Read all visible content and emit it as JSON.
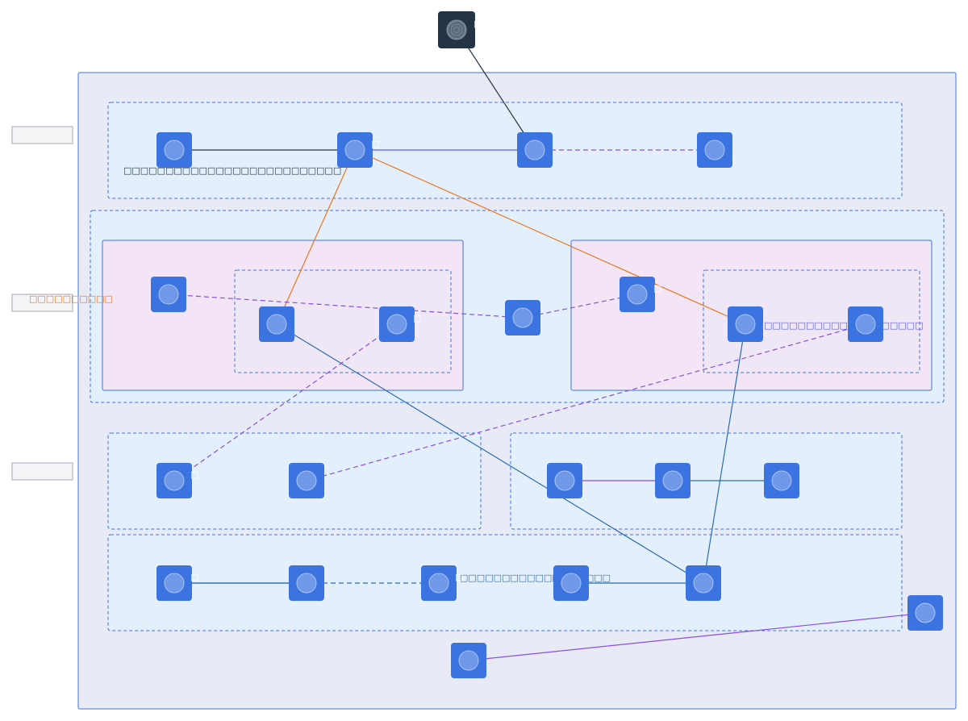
{
  "colors": {
    "outer_fill": "#e8eaf6",
    "outer_stroke": "#3b73e0",
    "lane_fill": "#e3f0fc",
    "lane_stroke": "#3b73e0",
    "subgroup_fill": "#f3e5f5",
    "node_blue": "#3b73e0",
    "node_dark": "#243447",
    "edge_dark": "#243447",
    "edge_orange": "#e87722",
    "edge_blue": "#2b6cb0",
    "edge_purple": "#8a4fe0",
    "edge_indigo": "#5b5fd6",
    "legend_label_orange": "#e87722"
  },
  "side_labels": [
    {
      "id": "lane-label-1",
      "text": ""
    },
    {
      "id": "lane-label-2",
      "text": "□□□□□□□□□□"
    },
    {
      "id": "lane-label-3",
      "text": ""
    }
  ],
  "nodes": [
    {
      "id": "top-service",
      "style": "dark",
      "glyph": "□",
      "icon": "radar-icon"
    },
    {
      "id": "r1-a",
      "style": "blue",
      "glyph": "",
      "icon": "circle-icon"
    },
    {
      "id": "r1-b",
      "style": "blue",
      "glyph": "□",
      "icon": "circle-icon"
    },
    {
      "id": "r1-c",
      "style": "blue",
      "glyph": "",
      "icon": "circle-icon"
    },
    {
      "id": "r1-d",
      "style": "blue",
      "glyph": "",
      "icon": "circle-icon"
    },
    {
      "id": "r2-a",
      "style": "blue",
      "glyph": "",
      "icon": "circle-icon"
    },
    {
      "id": "r2-b",
      "style": "blue",
      "glyph": "",
      "icon": "circle-icon"
    },
    {
      "id": "r2-c",
      "style": "blue",
      "glyph": "□",
      "icon": "circle-icon"
    },
    {
      "id": "r2-mid",
      "style": "blue",
      "glyph": "",
      "icon": "circle-icon"
    },
    {
      "id": "r2-d",
      "style": "blue",
      "glyph": "□",
      "icon": "circle-icon"
    },
    {
      "id": "r2-e",
      "style": "blue",
      "glyph": "",
      "icon": "circle-icon"
    },
    {
      "id": "r2-f",
      "style": "blue",
      "glyph": "",
      "icon": "circle-icon"
    },
    {
      "id": "r3-a",
      "style": "blue",
      "glyph": "□",
      "icon": "circle-icon"
    },
    {
      "id": "r3-b",
      "style": "blue",
      "glyph": "",
      "icon": "circle-icon"
    },
    {
      "id": "r3-c",
      "style": "blue",
      "glyph": "",
      "icon": "circle-icon"
    },
    {
      "id": "r3-d",
      "style": "blue",
      "glyph": "",
      "icon": "circle-icon"
    },
    {
      "id": "r3-e",
      "style": "blue",
      "glyph": "",
      "icon": "circle-icon"
    },
    {
      "id": "r4-a",
      "style": "blue",
      "glyph": "□",
      "icon": "circle-icon"
    },
    {
      "id": "r4-b",
      "style": "blue",
      "glyph": "",
      "icon": "circle-icon"
    },
    {
      "id": "r4-c",
      "style": "blue",
      "glyph": "□",
      "icon": "circle-icon"
    },
    {
      "id": "r4-d",
      "style": "blue",
      "glyph": "",
      "icon": "circle-icon"
    },
    {
      "id": "r4-e",
      "style": "blue",
      "glyph": "",
      "icon": "circle-icon"
    },
    {
      "id": "bottom-node",
      "style": "blue",
      "glyph": "",
      "icon": "circle-icon"
    },
    {
      "id": "right-node",
      "style": "blue",
      "glyph": "",
      "icon": "circle-icon"
    }
  ],
  "edges": [
    {
      "from": "top-service",
      "to": "r1-c",
      "color": "edge_dark",
      "dashed": false,
      "label": ""
    },
    {
      "from": "r1-a",
      "to": "r1-b",
      "color": "edge_dark",
      "dashed": false,
      "label": "□□□□□□□□□□□□□□□□□□□□□□□□□□"
    },
    {
      "from": "r1-b",
      "to": "r1-c",
      "color": "edge_indigo",
      "dashed": false,
      "label": ""
    },
    {
      "from": "r1-c",
      "to": "r1-d",
      "color": "edge_purple",
      "dashed": true,
      "label": ""
    },
    {
      "from": "r1-b",
      "to": "r2-b",
      "color": "edge_orange",
      "dashed": false,
      "label": ""
    },
    {
      "from": "r1-b",
      "to": "r2-e",
      "color": "edge_orange",
      "dashed": false,
      "label": ""
    },
    {
      "from": "r2-mid",
      "to": "r2-a",
      "color": "edge_purple",
      "dashed": true,
      "label": ""
    },
    {
      "from": "r2-mid",
      "to": "r2-d",
      "color": "edge_purple",
      "dashed": true,
      "label": ""
    },
    {
      "from": "r2-b",
      "to": "r4-e",
      "color": "edge_blue",
      "dashed": false,
      "label": ""
    },
    {
      "from": "r2-e",
      "to": "r4-e",
      "color": "edge_blue",
      "dashed": false,
      "label": ""
    },
    {
      "from": "r3-a",
      "to": "r2-c",
      "color": "edge_purple",
      "dashed": true,
      "label": ""
    },
    {
      "from": "r3-b",
      "to": "r2-f",
      "color": "edge_purple",
      "dashed": true,
      "label": "□□□□□□□□□□□□□□□□□□□"
    },
    {
      "from": "r3-c",
      "to": "r3-d",
      "color": "edge_purple",
      "dashed": false,
      "label": ""
    },
    {
      "from": "r3-d",
      "to": "r3-e",
      "color": "edge_blue",
      "dashed": false,
      "label": ""
    },
    {
      "from": "r4-b",
      "to": "r4-a",
      "color": "edge_blue",
      "dashed": false,
      "label": ""
    },
    {
      "from": "r4-a",
      "to": "r4-b",
      "color": "edge_blue",
      "dashed": false,
      "label": ""
    },
    {
      "from": "r4-b",
      "to": "r4-c",
      "color": "edge_blue",
      "dashed": true,
      "label": "□□□□□□□□□□□□□□□□□□"
    },
    {
      "from": "r4-e",
      "to": "r4-d",
      "color": "edge_blue",
      "dashed": false,
      "label": ""
    },
    {
      "from": "bottom-node",
      "to": "right-node",
      "color": "edge_purple",
      "dashed": false,
      "label": ""
    }
  ]
}
